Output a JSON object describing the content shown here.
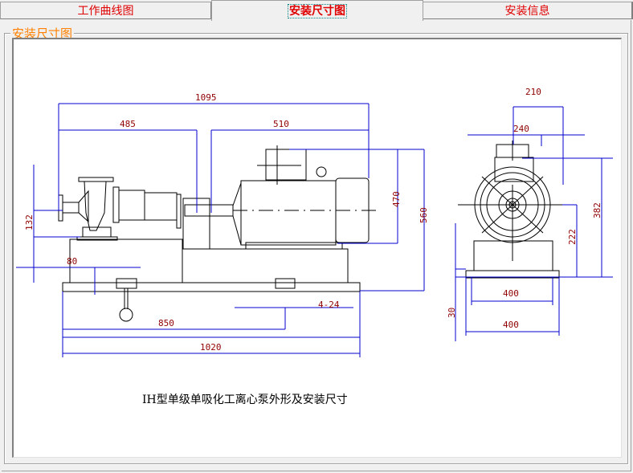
{
  "tabs": [
    {
      "label": "工作曲线图",
      "active": false
    },
    {
      "label": "安装尺寸图",
      "active": true
    },
    {
      "label": "安装信息",
      "active": false
    }
  ],
  "group": {
    "title": "安装尺寸图"
  },
  "drawing": {
    "caption": "IH型单级单吸化工离心泵外形及安装尺寸",
    "colors": {
      "line": "#000000",
      "dimension": "#0000cc",
      "dimension_text": "#900000"
    },
    "side_view": {
      "dimensions": {
        "overall_length": "1095",
        "pump_length": "485",
        "motor_length": "510",
        "motor_height": "470",
        "total_height": "560",
        "shaft_height": "132",
        "base_offset": "80",
        "bolt_spacing": "850",
        "base_length": "1020",
        "bolt_holes": "4-24"
      }
    },
    "front_view": {
      "dimensions": {
        "top_width": "210",
        "flange_width": "240",
        "outlet_height": "382",
        "shaft_center_height": "222",
        "base_thickness": "30",
        "bolt_spacing_width": "400",
        "base_width": "400"
      }
    }
  }
}
